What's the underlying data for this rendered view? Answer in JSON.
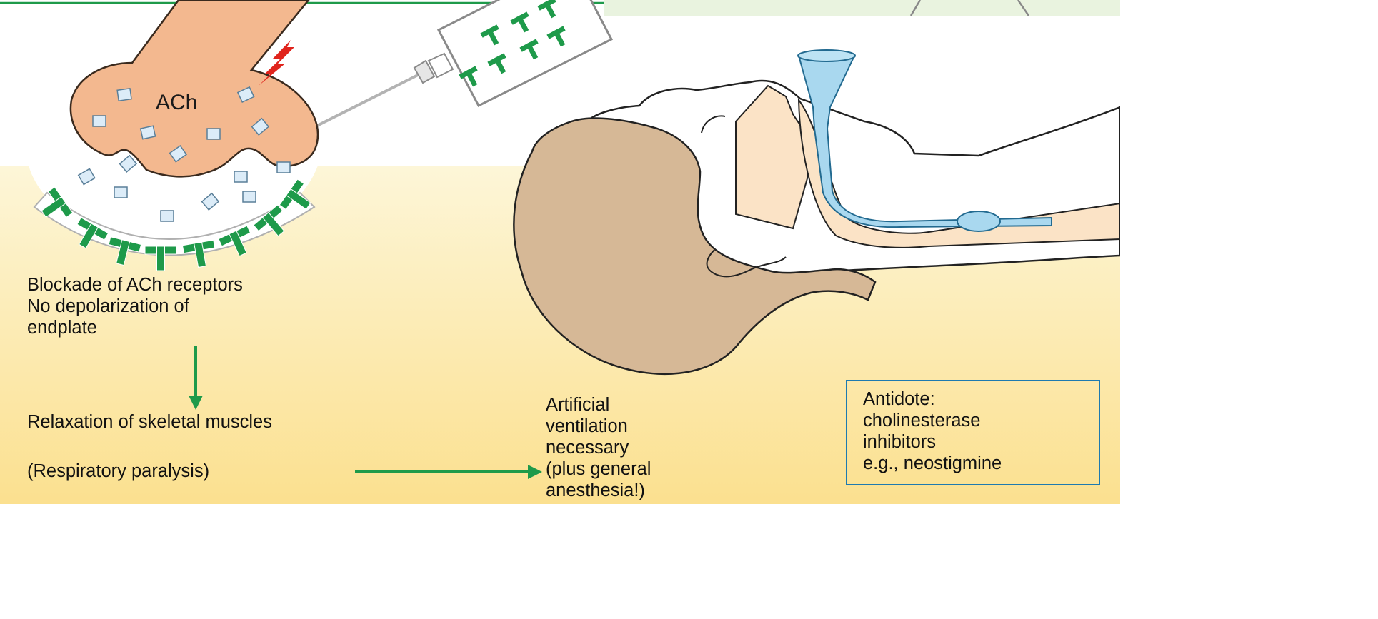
{
  "diagram": {
    "vesicle_label": "ACh",
    "blockade_text": "Blockade of ACh receptors\nNo depolarization of\nendplate",
    "relaxation_text": "Relaxation of skeletal muscles",
    "paralysis_text": "(Respiratory paralysis)",
    "ventilation_text": "Artificial\nventilation\nnecessary\n(plus general\nanesthesia!)",
    "antidote_text": "Antidote:\ncholinesterase\ninhibitors\ne.g., neostigmine"
  },
  "colors": {
    "background_top": "#ffffff",
    "muscle_gradient_top": "#fdf6d6",
    "muscle_gradient_bottom": "#fbe08e",
    "nerve_fill": "#f3b88f",
    "receptor_green": "#1e9a4a",
    "arrow_green": "#1e9a4a",
    "vesicle_fill": "#dcecf8",
    "head_fill": "#d6b896",
    "airway_fill": "#fbe3c6",
    "tube_fill": "#a9d8ef",
    "antidote_border": "#1d7ab0",
    "lightning_red": "#e0241c"
  }
}
